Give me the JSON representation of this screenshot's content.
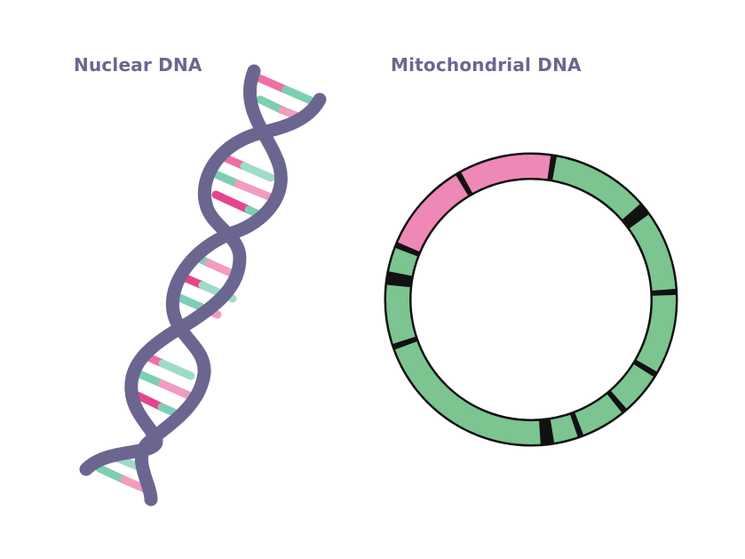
{
  "titles": {
    "nuclear": "Nuclear DNA",
    "mitochondrial": "Mitochondrial DNA"
  },
  "colors": {
    "title": "#6b6690",
    "strand": "#6b6690",
    "base_pink": "#e8609a",
    "base_pink_light": "#f29cc0",
    "base_teal": "#7ccfb4",
    "ring_green": "#7cc490",
    "ring_pink": "#ee88b7",
    "ring_border": "#111111",
    "background": "#ffffff"
  },
  "nuclear_dna": {
    "type": "double-helix",
    "strand_count": 2,
    "visible_loops": 4
  },
  "mitochondrial_dna": {
    "type": "circular-ring",
    "segments": [
      {
        "color": "pink",
        "from_deg": 292,
        "to_deg": 330
      },
      {
        "color": "pink",
        "from_deg": 330,
        "to_deg": 9
      },
      {
        "color": "green",
        "from_deg": 9,
        "to_deg": 50
      },
      {
        "color": "green",
        "from_deg": 53,
        "to_deg": 87
      },
      {
        "color": "green",
        "from_deg": 87,
        "to_deg": 121
      },
      {
        "color": "green",
        "from_deg": 121,
        "to_deg": 140
      },
      {
        "color": "green",
        "from_deg": 140,
        "to_deg": 160
      },
      {
        "color": "green",
        "from_deg": 160,
        "to_deg": 172
      },
      {
        "color": "green",
        "from_deg": 175,
        "to_deg": 251
      },
      {
        "color": "green",
        "from_deg": 251,
        "to_deg": 277
      },
      {
        "color": "green",
        "from_deg": 280,
        "to_deg": 292
      }
    ],
    "dividers_deg": [
      292,
      330,
      9,
      51.5,
      87,
      121,
      140,
      160,
      173.5,
      251,
      278.5
    ]
  }
}
